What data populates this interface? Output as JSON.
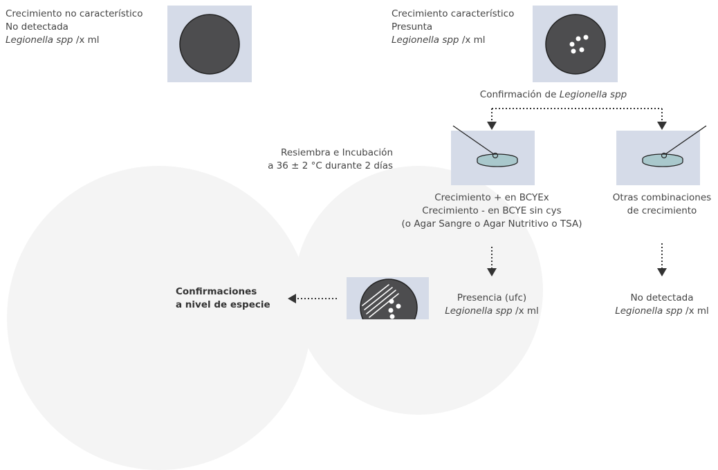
{
  "left_result": {
    "line1": "Crecimiento no característico",
    "line2": "No detectada",
    "organism": "Legionella spp",
    "unit": "/x ml"
  },
  "right_result": {
    "line1": "Crecimiento característico",
    "line2": "Presunta",
    "organism": "Legionella spp",
    "unit": "/x ml"
  },
  "confirmation": {
    "prefix": "Confirmación de ",
    "organism": "Legionella spp"
  },
  "reseed": {
    "line1": "Resiembra e Incubación",
    "line2": "a 36 ± 2 °C durante 2 días"
  },
  "growth_bcyex": {
    "line1": "Crecimiento + en BCYEx",
    "line2": "Crecimiento - en BCYE sin cys",
    "line3": "(o Agar Sangre o Agar Nutritivo o TSA)"
  },
  "other_growth": {
    "line1": "Otras combinaciones",
    "line2": "de crecimiento"
  },
  "species": {
    "line1": "Confirmaciones",
    "line2": "a nivel de especie"
  },
  "presence": {
    "line1": "Presencia (ufc)",
    "organism": "Legionella spp",
    "unit": "/x ml"
  },
  "not_detected": {
    "line1": "No detectada",
    "organism": "Legionella spp",
    "unit": "/x ml"
  },
  "colors": {
    "box_fill": "#d5dbe8",
    "plate_fill": "#4d4d4f",
    "arrow": "#333333",
    "text": "#444444"
  }
}
